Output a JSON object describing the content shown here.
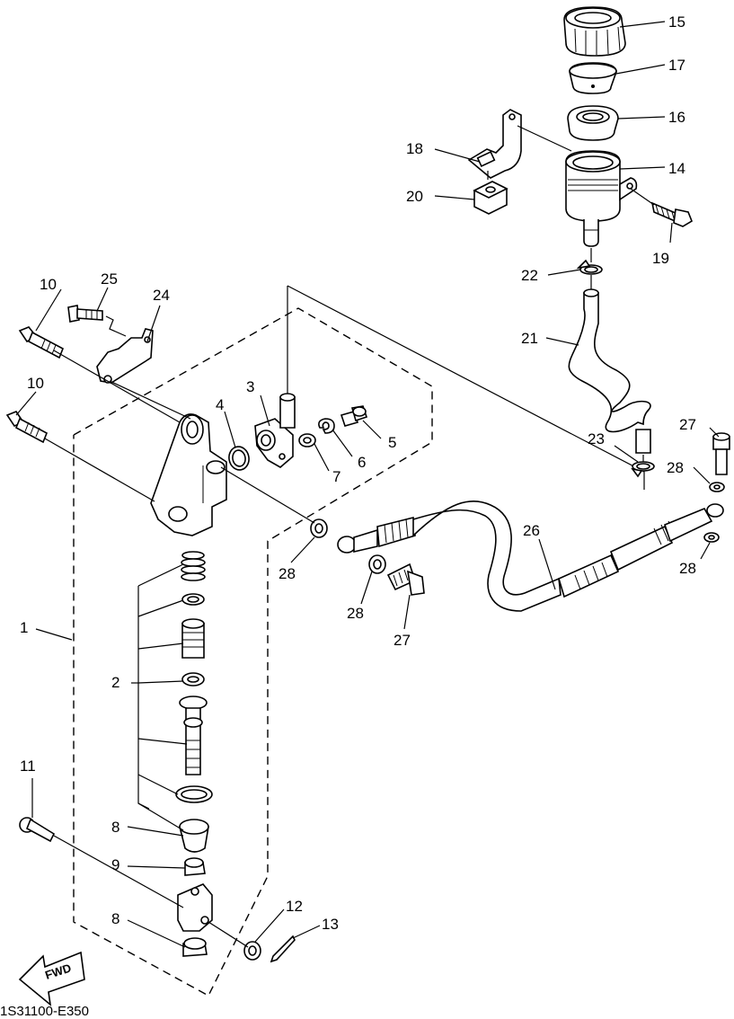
{
  "diagram": {
    "drawing_code": "1S31100-E350",
    "direction_arrow": "FWD",
    "callouts": [
      {
        "id": "c15",
        "text": "15"
      },
      {
        "id": "c17",
        "text": "17"
      },
      {
        "id": "c16",
        "text": "16"
      },
      {
        "id": "c18",
        "text": "18"
      },
      {
        "id": "c14",
        "text": "14"
      },
      {
        "id": "c20",
        "text": "20"
      },
      {
        "id": "c19",
        "text": "19"
      },
      {
        "id": "c22",
        "text": "22"
      },
      {
        "id": "c21",
        "text": "21"
      },
      {
        "id": "c10a",
        "text": "10"
      },
      {
        "id": "c25",
        "text": "25"
      },
      {
        "id": "c24",
        "text": "24"
      },
      {
        "id": "c10b",
        "text": "10"
      },
      {
        "id": "c3",
        "text": "3"
      },
      {
        "id": "c4",
        "text": "4"
      },
      {
        "id": "c5",
        "text": "5"
      },
      {
        "id": "c6",
        "text": "6"
      },
      {
        "id": "c7",
        "text": "7"
      },
      {
        "id": "c27a",
        "text": "27"
      },
      {
        "id": "c23",
        "text": "23"
      },
      {
        "id": "c28a",
        "text": "28"
      },
      {
        "id": "c26",
        "text": "26"
      },
      {
        "id": "c28b",
        "text": "28"
      },
      {
        "id": "c28c",
        "text": "28"
      },
      {
        "id": "c28d",
        "text": "28"
      },
      {
        "id": "c27b",
        "text": "27"
      },
      {
        "id": "c1",
        "text": "1"
      },
      {
        "id": "c2",
        "text": "2"
      },
      {
        "id": "c11",
        "text": "11"
      },
      {
        "id": "c8a",
        "text": "8"
      },
      {
        "id": "c9",
        "text": "9"
      },
      {
        "id": "c8b",
        "text": "8"
      },
      {
        "id": "c12",
        "text": "12"
      },
      {
        "id": "c13",
        "text": "13"
      }
    ]
  }
}
